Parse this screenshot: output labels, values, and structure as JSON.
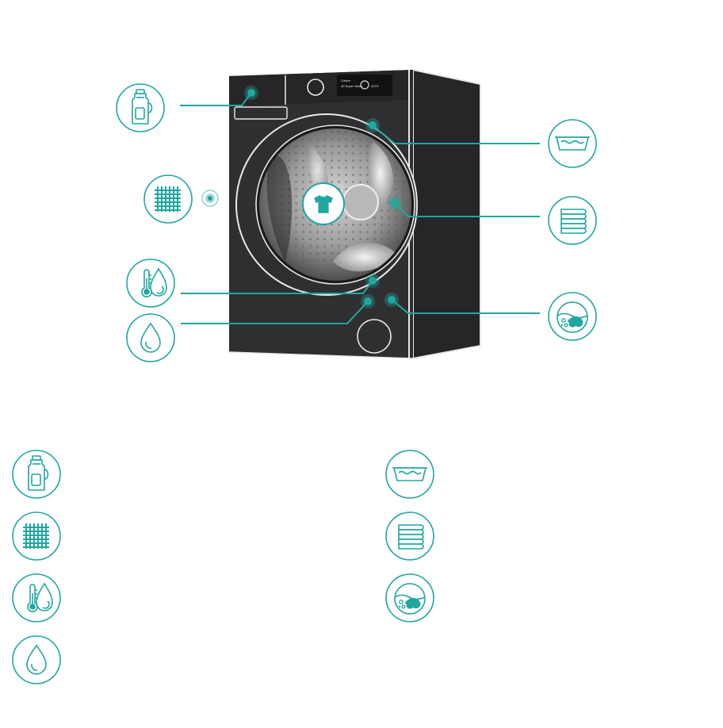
{
  "colors": {
    "accent": "#1fa7a0",
    "machine_body": "#2f2f31",
    "machine_side": "#262628",
    "outline": "#e9e9e9",
    "background": "#ffffff"
  },
  "machine": {
    "display": {
      "line1": "Cottons",
      "line2": "40 Super Wash",
      "line3": "AUTO"
    }
  },
  "callouts": [
    {
      "icon": "detergent-bottle-icon",
      "side": "left"
    },
    {
      "icon": "fabric-weave-icon",
      "side": "left"
    },
    {
      "icon": "temperature-drop-icon",
      "side": "left"
    },
    {
      "icon": "water-drop-icon",
      "side": "left"
    },
    {
      "icon": "wash-basin-icon",
      "side": "right"
    },
    {
      "icon": "folded-laundry-icon",
      "side": "right"
    },
    {
      "icon": "dirt-stain-icon",
      "side": "right"
    }
  ],
  "center_icon": "t-shirt-icon",
  "legend": {
    "left": [
      "detergent-bottle-icon",
      "fabric-weave-icon",
      "temperature-drop-icon",
      "water-drop-icon"
    ],
    "right": [
      "wash-basin-icon",
      "folded-laundry-icon",
      "dirt-stain-icon"
    ]
  }
}
